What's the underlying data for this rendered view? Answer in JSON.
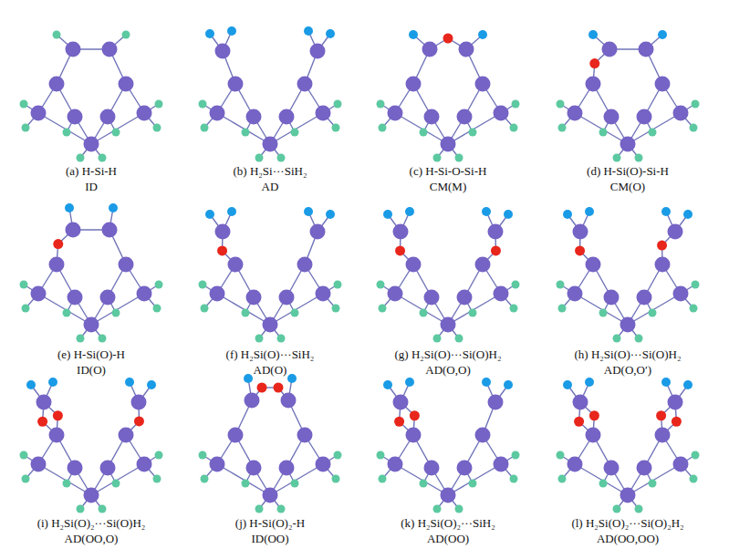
{
  "diagram": {
    "labels": [
      "(a) H-Si-H",
      "ID",
      "(b) H₂Si···SiH₂",
      "AD",
      "(c) H-Si-O-Si-H",
      "CM(M)",
      "(d) H-Si(O)-Si-H",
      "CM(O)",
      "(e) H-Si(O)-H",
      "ID(O)",
      "(f) H₂Si(O)···SiH₂",
      "AD(O)",
      "(g) H₂Si(O)···Si(O)H₂",
      "AD(O,O)",
      "(h) H₂Si(O)···Si(O)H₂",
      "AD(O,O′)",
      "(i) H₂Si(O)₂···Si(O)H₂",
      "AD(OO,O)",
      "(j) H-Si(O)₂-H",
      "ID(OO)",
      "(k) H₂Si(O)₂···SiH₂",
      "AD(OO)",
      "(l) H₂Si(O)₂···Si(O)₂H₂",
      "AD(OO,OO)"
    ]
  }
}
